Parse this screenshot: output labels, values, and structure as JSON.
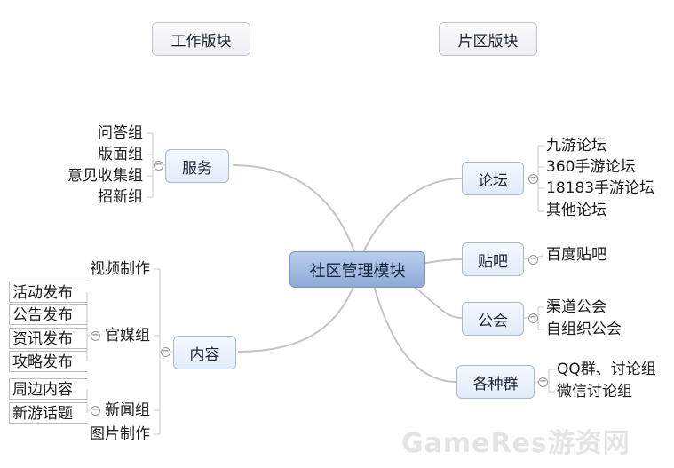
{
  "top_labels": {
    "left": "工作版块",
    "right": "片区版块"
  },
  "root": "社区管理模块",
  "left": {
    "service": {
      "label": "服务",
      "children": [
        "问答组",
        "版面组",
        "意见收集组",
        "招新组"
      ]
    },
    "content": {
      "label": "内容",
      "children": {
        "video": "视频制作",
        "official": {
          "label": "官媒组",
          "children": [
            "活动发布",
            "公告发布",
            "资讯发布",
            "攻略发布"
          ]
        },
        "news": {
          "label": "新闻组",
          "children": [
            "周边内容",
            "新游话题"
          ]
        },
        "picture": "图片制作"
      }
    }
  },
  "right": {
    "forum": {
      "label": "论坛",
      "children": [
        "九游论坛",
        "360手游论坛",
        "18183手游论坛",
        "其他论坛"
      ]
    },
    "tieba": {
      "label": "贴吧",
      "children": [
        "百度贴吧"
      ]
    },
    "guild": {
      "label": "公会",
      "children": [
        "渠道公会",
        "自组织公会"
      ]
    },
    "groups": {
      "label": "各种群",
      "children": [
        "QQ群、讨论组",
        "微信讨论组"
      ]
    }
  },
  "watermark": "GameRes游资网"
}
